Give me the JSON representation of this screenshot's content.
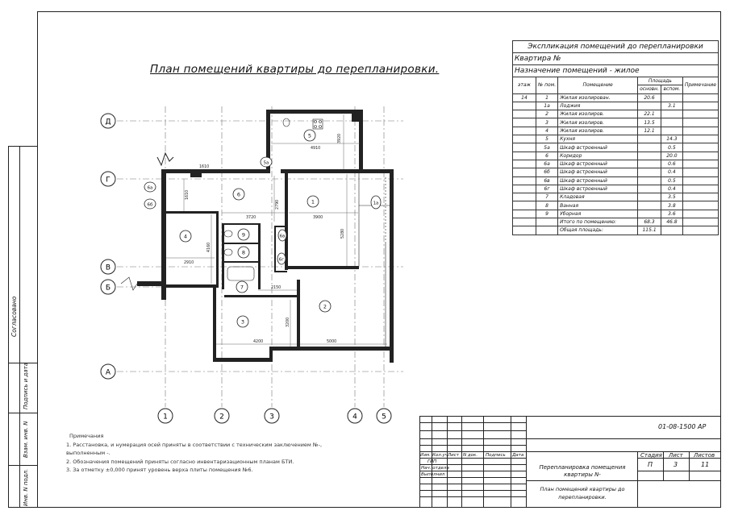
{
  "sheet": {
    "title": "План помещений квартиры до перепланировки."
  },
  "axes": {
    "rows": [
      "Д",
      "Г",
      "В",
      "Б",
      "А"
    ],
    "cols": [
      "1",
      "2",
      "3",
      "4",
      "5"
    ]
  },
  "room_tags": [
    "1",
    "1а",
    "2",
    "3",
    "4",
    "5",
    "5а",
    "6",
    "6а",
    "6б",
    "6в",
    "6г",
    "7",
    "8",
    "9"
  ],
  "dimensions": [
    "4910",
    "3920",
    "3720",
    "2790",
    "3900",
    "5280",
    "1610",
    "2910",
    "4160",
    "2150",
    "3200",
    "4200",
    "5000",
    "1610"
  ],
  "explication": {
    "title": "Экспликация помещений до перепланировки",
    "apartment": "Квартира №",
    "purpose": "Назначение помещений - жилое",
    "headers": {
      "floor": "этаж",
      "num": "№ пом.",
      "room": "Помещение",
      "area": "Площадь",
      "note": "Примечание",
      "main": "основн.",
      "aux": "вспом."
    },
    "rows": [
      {
        "floor": "14",
        "num": "1",
        "room": "Жилая изолирован.",
        "main": "20.6",
        "aux": "",
        "note": ""
      },
      {
        "floor": "",
        "num": "1а",
        "room": "Лоджия",
        "main": "",
        "aux": "3.1",
        "note": ""
      },
      {
        "floor": "",
        "num": "2",
        "room": "Жилая изолиров.",
        "main": "22.1",
        "aux": "",
        "note": ""
      },
      {
        "floor": "",
        "num": "3",
        "room": "Жилая изолиров.",
        "main": "13.5",
        "aux": "",
        "note": ""
      },
      {
        "floor": "",
        "num": "4",
        "room": "Жилая изолиров.",
        "main": "12.1",
        "aux": "",
        "note": ""
      },
      {
        "floor": "",
        "num": "5",
        "room": "Кухня",
        "main": "",
        "aux": "14.3",
        "note": ""
      },
      {
        "floor": "",
        "num": "5а",
        "room": "Шкаф встроенный",
        "main": "",
        "aux": "0.5",
        "note": ""
      },
      {
        "floor": "",
        "num": "6",
        "room": "Коридор",
        "main": "",
        "aux": "20.0",
        "note": ""
      },
      {
        "floor": "",
        "num": "6а",
        "room": "Шкаф встроенный",
        "main": "",
        "aux": "0.6",
        "note": ""
      },
      {
        "floor": "",
        "num": "6б",
        "room": "Шкаф встроенный",
        "main": "",
        "aux": "0.4",
        "note": ""
      },
      {
        "floor": "",
        "num": "6в",
        "room": "Шкаф встроенный",
        "main": "",
        "aux": "0.5",
        "note": ""
      },
      {
        "floor": "",
        "num": "6г",
        "room": "Шкаф встроенный",
        "main": "",
        "aux": "0.4",
        "note": ""
      },
      {
        "floor": "",
        "num": "7",
        "room": "Кладовая",
        "main": "",
        "aux": "3.5",
        "note": ""
      },
      {
        "floor": "",
        "num": "8",
        "room": "Ванная",
        "main": "",
        "aux": "3.8",
        "note": ""
      },
      {
        "floor": "",
        "num": "9",
        "room": "Уборная",
        "main": "",
        "aux": "3.6",
        "note": ""
      },
      {
        "floor": "",
        "num": "",
        "room": "Итого по помещению:",
        "main": "68.3",
        "aux": "46.8",
        "note": ""
      },
      {
        "floor": "",
        "num": "",
        "room": "Общая площадь:",
        "main": "115.1",
        "aux": "",
        "note": ""
      }
    ]
  },
  "notes": {
    "heading": "Примечания",
    "line1": "1. Расстановка,  и нумерация осей приняты в соответствии с техническим заключением №-,",
    "line1b": "выполненным -.",
    "line2": "2. Обозначения помещений приняты согласно инвентаризационным планам БТИ.",
    "line3": "3. За отметку ±0,000 принят уровень верха плиты помещения №6."
  },
  "stamp": {
    "code": "01-08-1500 АР",
    "col_izm": "Изм.",
    "col_kuch": "Кол.уч.",
    "col_list": "Лист",
    "col_ndok": "N док.",
    "col_podpis": "Подпись",
    "col_data": "Дата",
    "gip": "ГИП",
    "nkontr": "Нач. отдела",
    "vypolnil": "Выполнил",
    "project": "Перепланировка помещения квартиры N-",
    "sheet_name": "План помещений квартиры до перепланировки.",
    "stage_label": "Стадия",
    "list_label": "Лист",
    "lists_label": "Листов",
    "stage": "П",
    "list": "3",
    "lists": "11"
  },
  "sidebar": {
    "soglasovano": "Согласовано",
    "vzam": "Взам. инв. N",
    "podpis": "Подпись и дата",
    "inv": "Инв. N подл."
  }
}
